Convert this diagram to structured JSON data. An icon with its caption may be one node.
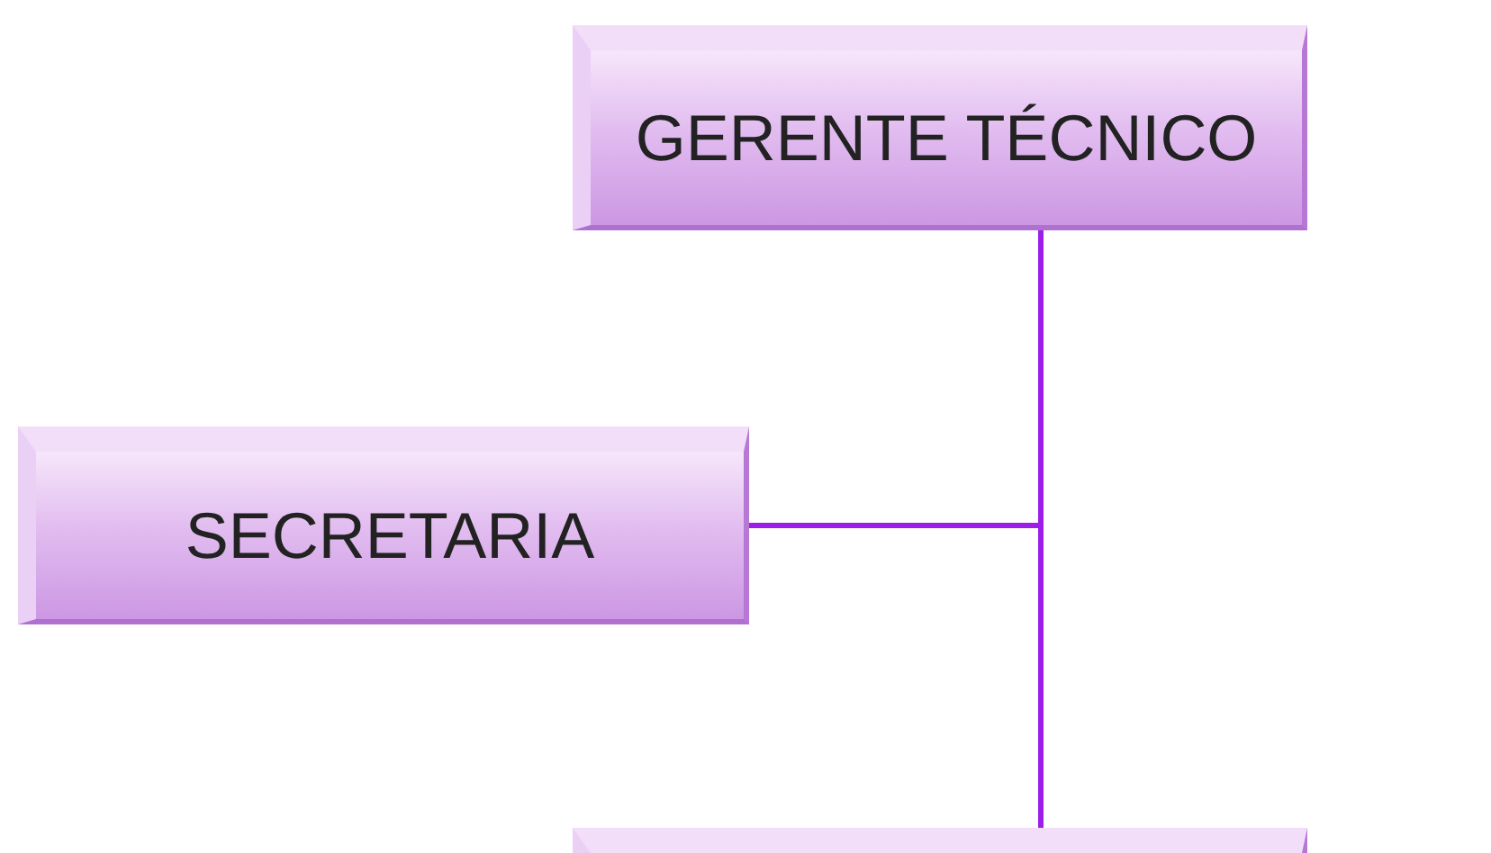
{
  "diagram": {
    "nodes": [
      {
        "text": [
          "GERENTE TÉCNICO"
        ]
      },
      {
        "text": [
          "SECRETARIA"
        ]
      },
      {
        "text": [],
        "shape": "box"
      }
    ],
    "edges": [
      {
        "from": 0,
        "to": 1,
        "arrow": "none"
      },
      {
        "from": 0,
        "to": 2,
        "arrow": "none"
      }
    ]
  }
}
